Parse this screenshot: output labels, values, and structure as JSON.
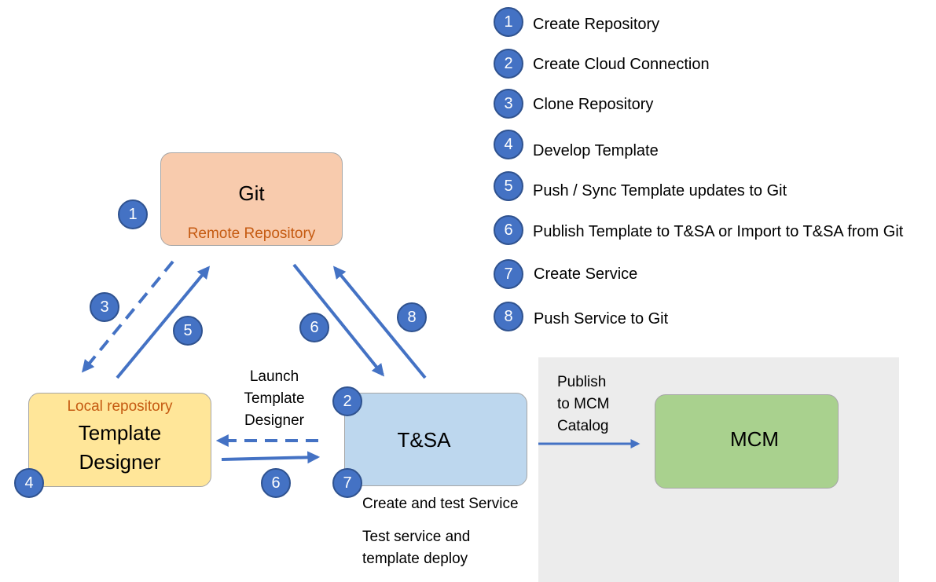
{
  "legend": [
    {
      "number": "1",
      "text": "Create Repository"
    },
    {
      "number": "2",
      "text": "Create Cloud Connection"
    },
    {
      "number": "3",
      "text": "Clone Repository"
    },
    {
      "number": "4",
      "text": "Develop Template"
    },
    {
      "number": "5",
      "text": "Push / Sync Template updates to Git"
    },
    {
      "number": "6",
      "text": "Publish Template to T&SA or Import to T&SA from Git"
    },
    {
      "number": "7",
      "text": "Create Service"
    },
    {
      "number": "8",
      "text": "Push Service to Git"
    }
  ],
  "nodes": {
    "git": {
      "title": "Git",
      "subtitle": "Remote Repository",
      "color": "#f8cbad"
    },
    "template_designer": {
      "title_line1": "Template",
      "title_line2": "Designer",
      "subtitle": "Local repository",
      "color": "#ffe699"
    },
    "tsa": {
      "title": "T&SA",
      "color": "#bdd7ee"
    },
    "mcm": {
      "title": "MCM",
      "color": "#a9d18e"
    }
  },
  "badges": {
    "git": "1",
    "clone": "3",
    "push_sync": "5",
    "publish_tsa": "6",
    "push_service": "8",
    "cloud_connection": "2",
    "develop_template": "4",
    "publish_designer": "6",
    "create_service": "7"
  },
  "labels": {
    "launch_line1": "Launch",
    "launch_line2": "Template",
    "launch_line3": "Designer",
    "publish_line1": "Publish",
    "publish_line2": "to MCM",
    "publish_line3": "Catalog",
    "create_test_service": "Create and test Service",
    "test_deploy_line1": "Test service and",
    "test_deploy_line2": "template deploy"
  },
  "colors": {
    "accent_blue": "#4472c4",
    "subtitle_orange": "#c55a11",
    "panel_grey": "#ececec"
  }
}
